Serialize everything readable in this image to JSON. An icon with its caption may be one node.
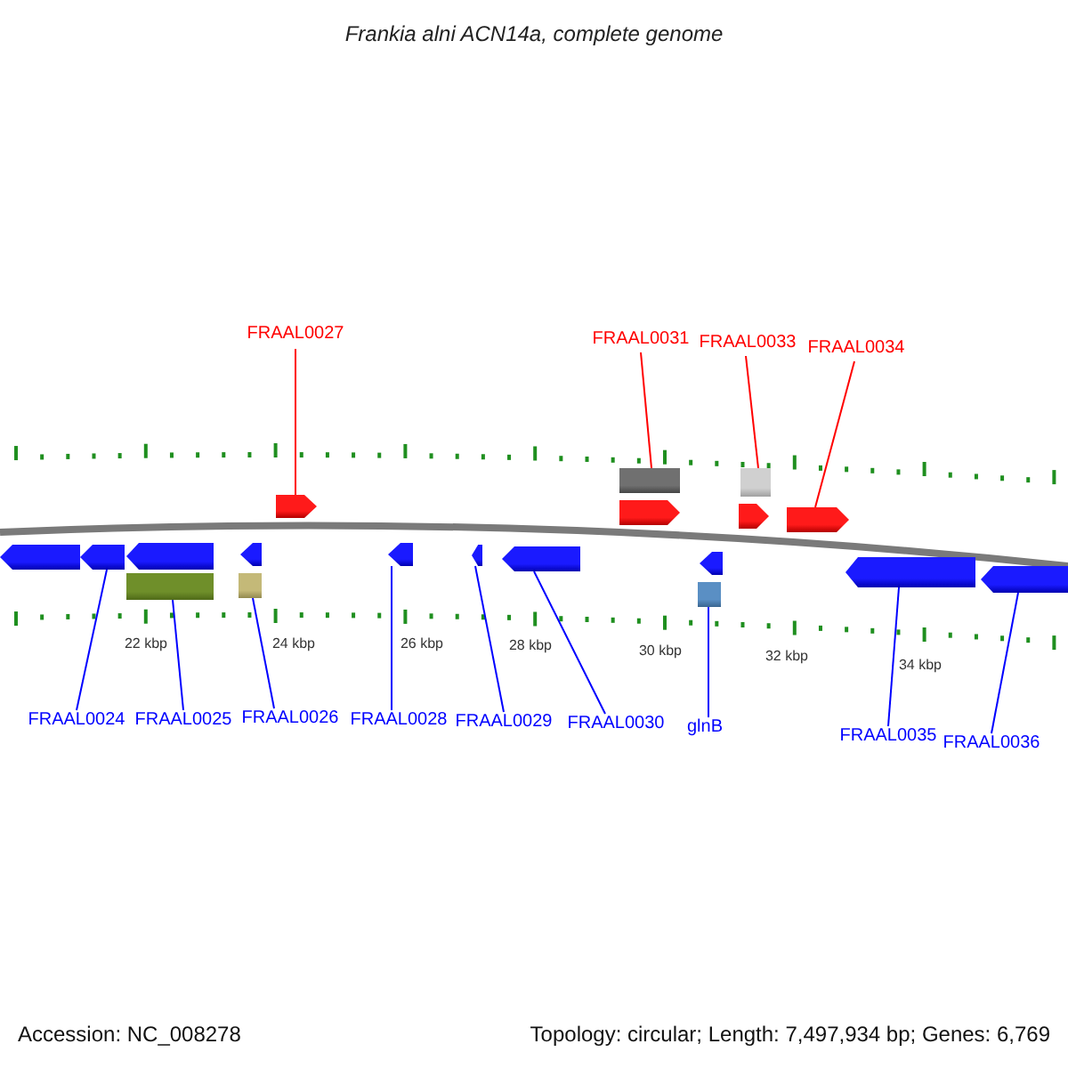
{
  "diagram": {
    "title": "Frankia alni ACN14a, complete genome",
    "nodes": [
      {
        "text": [
          "FRAAL0027"
        ]
      },
      {
        "text": [
          "FRAAL0031"
        ]
      },
      {
        "text": [
          "FRAAL0033"
        ]
      },
      {
        "text": [
          "FRAAL0034"
        ]
      },
      {
        "text": [],
        "shape": "arrow"
      },
      {
        "text": [],
        "shape": "box"
      },
      {
        "text": [],
        "shape": "arrow"
      },
      {
        "text": [],
        "shape": "box"
      },
      {
        "text": [],
        "shape": "arrow"
      },
      {
        "text": [],
        "shape": "arrow"
      },
      {
        "text": [],
        "shape": "arrow"
      },
      {
        "text": [],
        "shape": "arrow"
      },
      {
        "text": [],
        "shape": "arrow"
      },
      {
        "text": [],
        "shape": "box"
      },
      {
        "text": [],
        "shape": "arrow"
      },
      {
        "text": [],
        "shape": "box"
      },
      {
        "text": [],
        "shape": "arrow"
      },
      {
        "text": [],
        "shape": "arrow"
      },
      {
        "text": [],
        "shape": "arrow"
      },
      {
        "text": [],
        "shape": "arrow"
      },
      {
        "text": [],
        "shape": "box"
      },
      {
        "text": [],
        "shape": "arrow"
      },
      {
        "text": [],
        "shape": "arrow"
      },
      {
        "text": [
          "FRAAL0024"
        ]
      },
      {
        "text": [
          "FRAAL0025"
        ]
      },
      {
        "text": [
          "FRAAL0026"
        ]
      },
      {
        "text": [
          "FRAAL0028"
        ]
      },
      {
        "text": [
          "FRAAL0029"
        ]
      },
      {
        "text": [
          "FRAAL0030"
        ]
      },
      {
        "text": [
          "glnB"
        ]
      },
      {
        "text": [
          "FRAAL0035"
        ]
      },
      {
        "text": [
          "FRAAL0036"
        ]
      }
    ],
    "edges": [
      {
        "from": 0,
        "to": 4,
        "arrow": "none",
        "color": "#ff0000"
      },
      {
        "from": 1,
        "to": 5,
        "arrow": "none",
        "color": "#ff0000"
      },
      {
        "from": 2,
        "to": 7,
        "arrow": "none",
        "color": "#ff0000"
      },
      {
        "from": 3,
        "to": 9,
        "arrow": "none",
        "color": "#ff0000"
      },
      {
        "from": 23,
        "to": 11,
        "arrow": "none"
      },
      {
        "from": 24,
        "to": 13,
        "arrow": "none"
      },
      {
        "from": 25,
        "to": 15,
        "arrow": "none"
      },
      {
        "from": 26,
        "to": 16,
        "arrow": "none"
      },
      {
        "from": 27,
        "to": 17,
        "arrow": "none"
      },
      {
        "from": 28,
        "to": 18,
        "arrow": "none"
      },
      {
        "from": 29,
        "to": 20,
        "arrow": "none"
      },
      {
        "from": 30,
        "to": 21,
        "arrow": "none"
      },
      {
        "from": 31,
        "to": 22,
        "arrow": "none"
      }
    ],
    "labels": [
      "22 kbp",
      "24 kbp",
      "26 kbp",
      "28 kbp",
      "30 kbp",
      "32 kbp",
      "34 kbp",
      "Accession: NC_008278",
      "Topology: circular; Length: 7,497,934 bp; Genes: 6,769"
    ]
  }
}
